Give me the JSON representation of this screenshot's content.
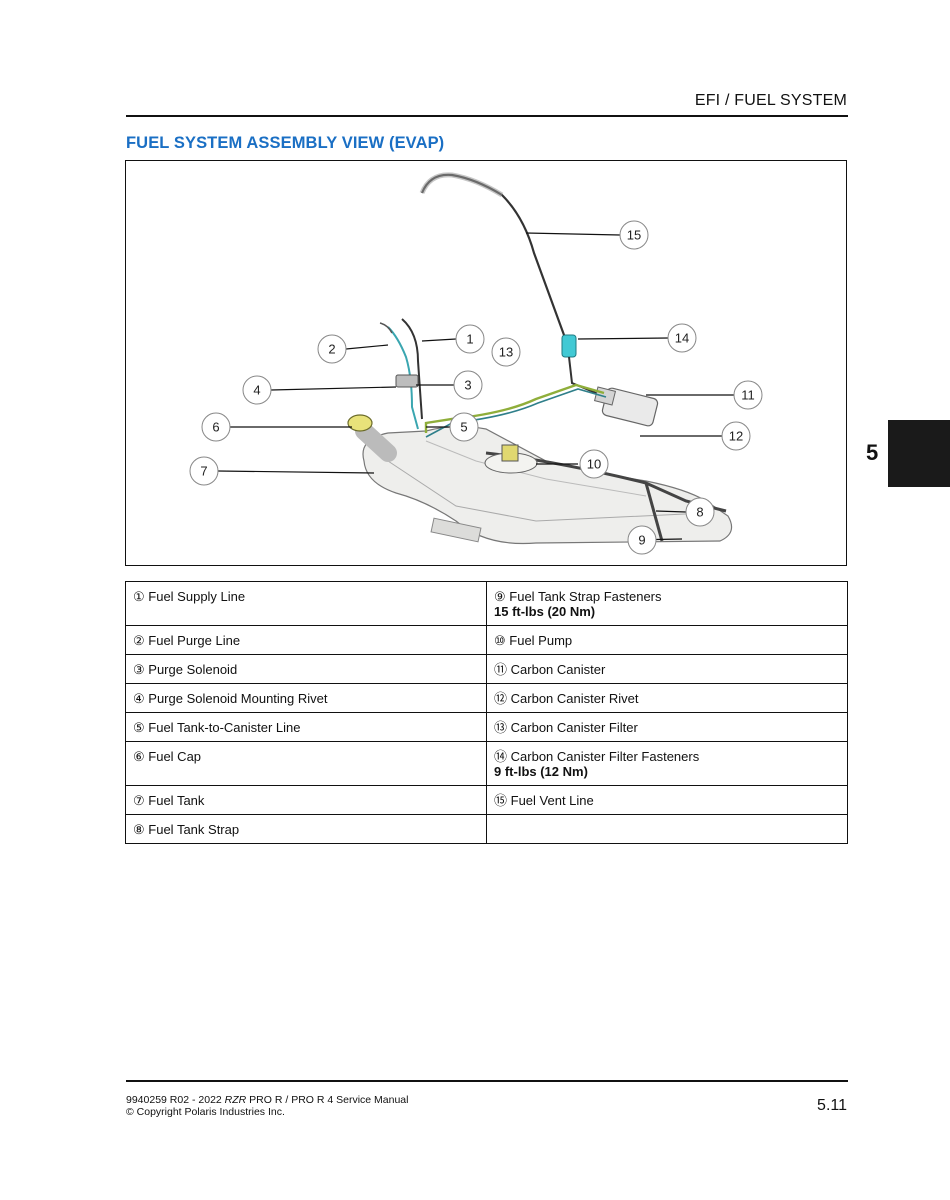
{
  "header": {
    "section": "EFI / FUEL SYSTEM"
  },
  "title": "FUEL SYSTEM ASSEMBLY VIEW (EVAP)",
  "figure": {
    "callouts": [
      "1",
      "2",
      "3",
      "4",
      "5",
      "6",
      "7",
      "8",
      "9",
      "10",
      "11",
      "12",
      "13",
      "14",
      "15"
    ]
  },
  "chapter_tab": "5",
  "legend": {
    "rows": [
      {
        "left": {
          "num": "①",
          "label": "Fuel Supply Line"
        },
        "right": {
          "num": "⑨",
          "label": "Fuel Tank Strap Fasteners",
          "torque": "15 ft-lbs (20 Nm)"
        }
      },
      {
        "left": {
          "num": "②",
          "label": "Fuel Purge Line"
        },
        "right": {
          "num": "⑩",
          "label": "Fuel Pump"
        }
      },
      {
        "left": {
          "num": "③",
          "label": "Purge Solenoid"
        },
        "right": {
          "num": "⑪",
          "label": "Carbon Canister"
        }
      },
      {
        "left": {
          "num": "④",
          "label": "Purge Solenoid Mounting Rivet"
        },
        "right": {
          "num": "⑫",
          "label": "Carbon Canister Rivet"
        }
      },
      {
        "left": {
          "num": "⑤",
          "label": "Fuel Tank-to-Canister Line"
        },
        "right": {
          "num": "⑬",
          "label": "Carbon Canister Filter"
        }
      },
      {
        "left": {
          "num": "⑥",
          "label": "Fuel Cap"
        },
        "right": {
          "num": "⑭",
          "label": "Carbon Canister Filter Fasteners",
          "torque": "9 ft-lbs (12 Nm)"
        }
      },
      {
        "left": {
          "num": "⑦",
          "label": "Fuel Tank"
        },
        "right": {
          "num": "⑮",
          "label": "Fuel Vent Line"
        }
      },
      {
        "left": {
          "num": "⑧",
          "label": "Fuel Tank Strap"
        },
        "right": {
          "num": "",
          "label": ""
        }
      }
    ]
  },
  "footer": {
    "doc_prefix": "9940259 R02 - 2022 ",
    "doc_model": "RZR",
    "doc_suffix": " PRO R / PRO R 4 Service Manual",
    "copyright": "© Copyright Polaris Industries Inc.",
    "page": "5.11"
  }
}
